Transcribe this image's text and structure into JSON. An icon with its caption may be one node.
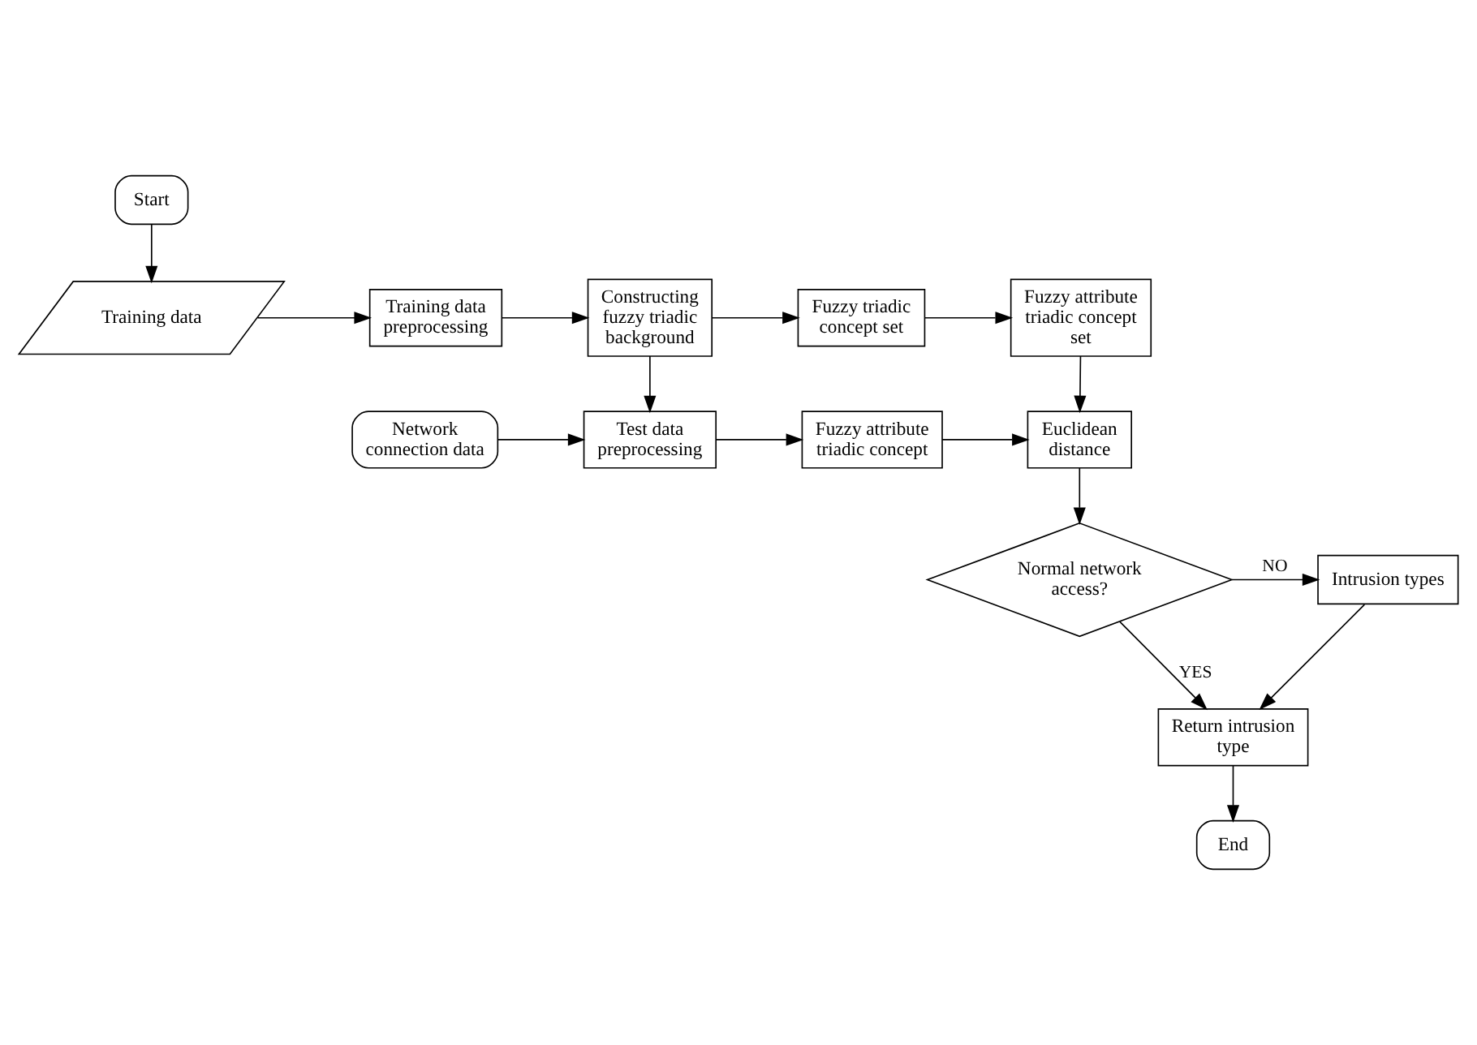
{
  "diagram": {
    "nodes": [
      {
        "text": [
          "Start"
        ]
      },
      {
        "text": [
          "Training data"
        ]
      },
      {
        "text": [
          "Training data preprocessing"
        ]
      },
      {
        "text": [
          "Constructing fuzzy triadic background"
        ]
      },
      {
        "text": [
          "Fuzzy triadic concept set"
        ]
      },
      {
        "text": [
          "Fuzzy attribute triadic concept set"
        ]
      },
      {
        "text": [
          "Network connection data"
        ]
      },
      {
        "text": [
          "Test data preprocessing"
        ]
      },
      {
        "text": [
          "Fuzzy attribute triadic concept"
        ]
      },
      {
        "text": [
          "Euclidean distance"
        ]
      },
      {
        "text": [
          "Normal network access?"
        ]
      },
      {
        "text": [
          "Intrusion types"
        ]
      },
      {
        "text": [
          "Return intrusion type"
        ]
      },
      {
        "text": [
          "End"
        ]
      }
    ],
    "edges": [
      {
        "from": 0,
        "to": 1,
        "arrow": "to"
      },
      {
        "from": 1,
        "to": 2,
        "arrow": "to"
      },
      {
        "from": 2,
        "to": 3,
        "arrow": "to"
      },
      {
        "from": 3,
        "to": 4,
        "arrow": "to"
      },
      {
        "from": 4,
        "to": 5,
        "arrow": "to"
      },
      {
        "from": 3,
        "to": 7,
        "arrow": "to"
      },
      {
        "from": 6,
        "to": 7,
        "arrow": "to"
      },
      {
        "from": 7,
        "to": 8,
        "arrow": "to"
      },
      {
        "from": 8,
        "to": 9,
        "arrow": "to"
      },
      {
        "from": 5,
        "to": 9,
        "arrow": "to"
      },
      {
        "from": 9,
        "to": 10,
        "arrow": "to"
      },
      {
        "from": 10,
        "to": 11,
        "arrow": "to",
        "label": "NO"
      },
      {
        "from": 10,
        "to": 12,
        "arrow": "to",
        "label": "YES"
      },
      {
        "from": 11,
        "to": 12,
        "arrow": "to"
      },
      {
        "from": 12,
        "to": 13,
        "arrow": "to"
      }
    ]
  }
}
